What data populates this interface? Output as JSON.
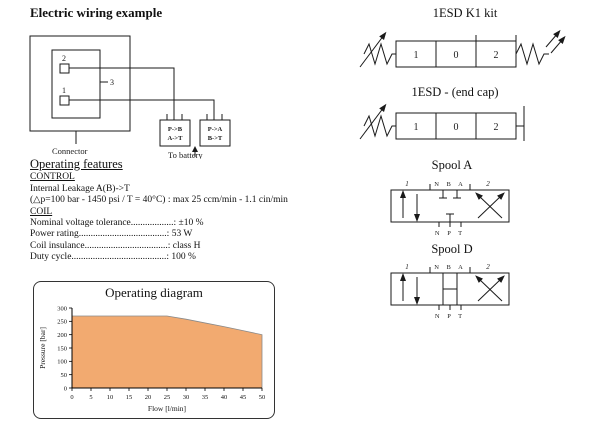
{
  "wiring": {
    "title": "Electric wiring example",
    "connector": "Connector",
    "pin2": "2",
    "pin1": "1",
    "pin3": "3",
    "plug1_l1": "P->B",
    "plug1_l2": "A->T",
    "plug2_l1": "P->A",
    "plug2_l2": "B->T",
    "to_battery": "To battery"
  },
  "features": {
    "title": "Operating features",
    "control": "CONTROL",
    "leakage1": "Internal Leakage A(B)->T",
    "leakage2": "(△p=100 bar - 1450 psi / T = 40°C) : max 25 ccm/min - 1.1 cin/min",
    "coil": "COIL",
    "rows": [
      "Nominal voltage tolerance..................: ±10 %",
      "Power rating.....................................: 53 W",
      "Coil insulance...................................: class H",
      "Duty cycle........................................: 100 %"
    ]
  },
  "valves": {
    "k1_title": "1ESD K1 kit",
    "endcap_title": "1ESD - (end cap)",
    "cells": [
      "1",
      "0",
      "2"
    ],
    "spoolA_title": "Spool A",
    "spoolD_title": "Spool D",
    "pos_left": "1",
    "pos_right": "2",
    "top_ports": "N B A",
    "bottom_ports": "N P T"
  },
  "chart_data": {
    "type": "area",
    "title": "Operating diagram",
    "xlabel": "Flow [l/min]",
    "ylabel": "Pressure [bar]",
    "x": [
      0,
      5,
      10,
      15,
      20,
      25,
      30,
      35,
      40,
      45,
      50
    ],
    "values": [
      270,
      270,
      270,
      270,
      270,
      270,
      258,
      244,
      230,
      215,
      200
    ],
    "xlim": [
      0,
      50
    ],
    "ylim": [
      0,
      300
    ],
    "yticks": [
      0,
      50,
      100,
      150,
      200,
      250,
      300
    ],
    "fill_color": "#f2aa70",
    "grid": false,
    "legend": "none"
  }
}
